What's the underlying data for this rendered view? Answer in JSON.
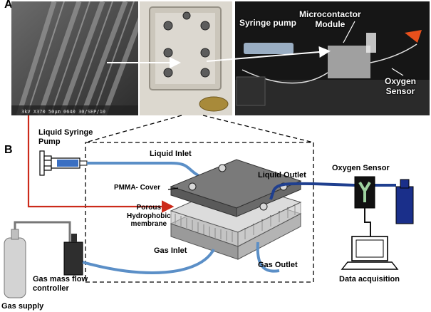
{
  "panels": {
    "a": "A",
    "b": "B"
  },
  "photos": {
    "sem_caption": "3kV   X370  50μm  0640  30/SEP/10",
    "setup_labels": {
      "syringe_pump": "Syringe pump",
      "microcontactor": "Microcontactor\nModule",
      "oxygen_sensor": "Oxygen\nSensor"
    }
  },
  "diagram_labels": {
    "liquid_syringe_pump": "Liquid Syringe\nPump",
    "liquid_inlet": "Liquid Inlet",
    "liquid_outlet": "Liquid Outlet",
    "pmma_cover": "PMMA- Cover",
    "porous_membrane": "Porous\nHydrophobic\nmembrane",
    "gas_inlet": "Gas Inlet",
    "gas_outlet": "Gas Outlet",
    "gas_mass_flow": "Gas mass flow\ncontroller",
    "gas_supply": "Gas supply",
    "oxygen_sensor": "Oxygen Sensor",
    "data_acquisition": "Data acquisition"
  },
  "colors": {
    "liquid_line": "#5b8fc7",
    "outlet_line": "#1f3f8f",
    "red_arrow": "#cc2a1a",
    "sensor_blue": "#1a2f8a"
  }
}
